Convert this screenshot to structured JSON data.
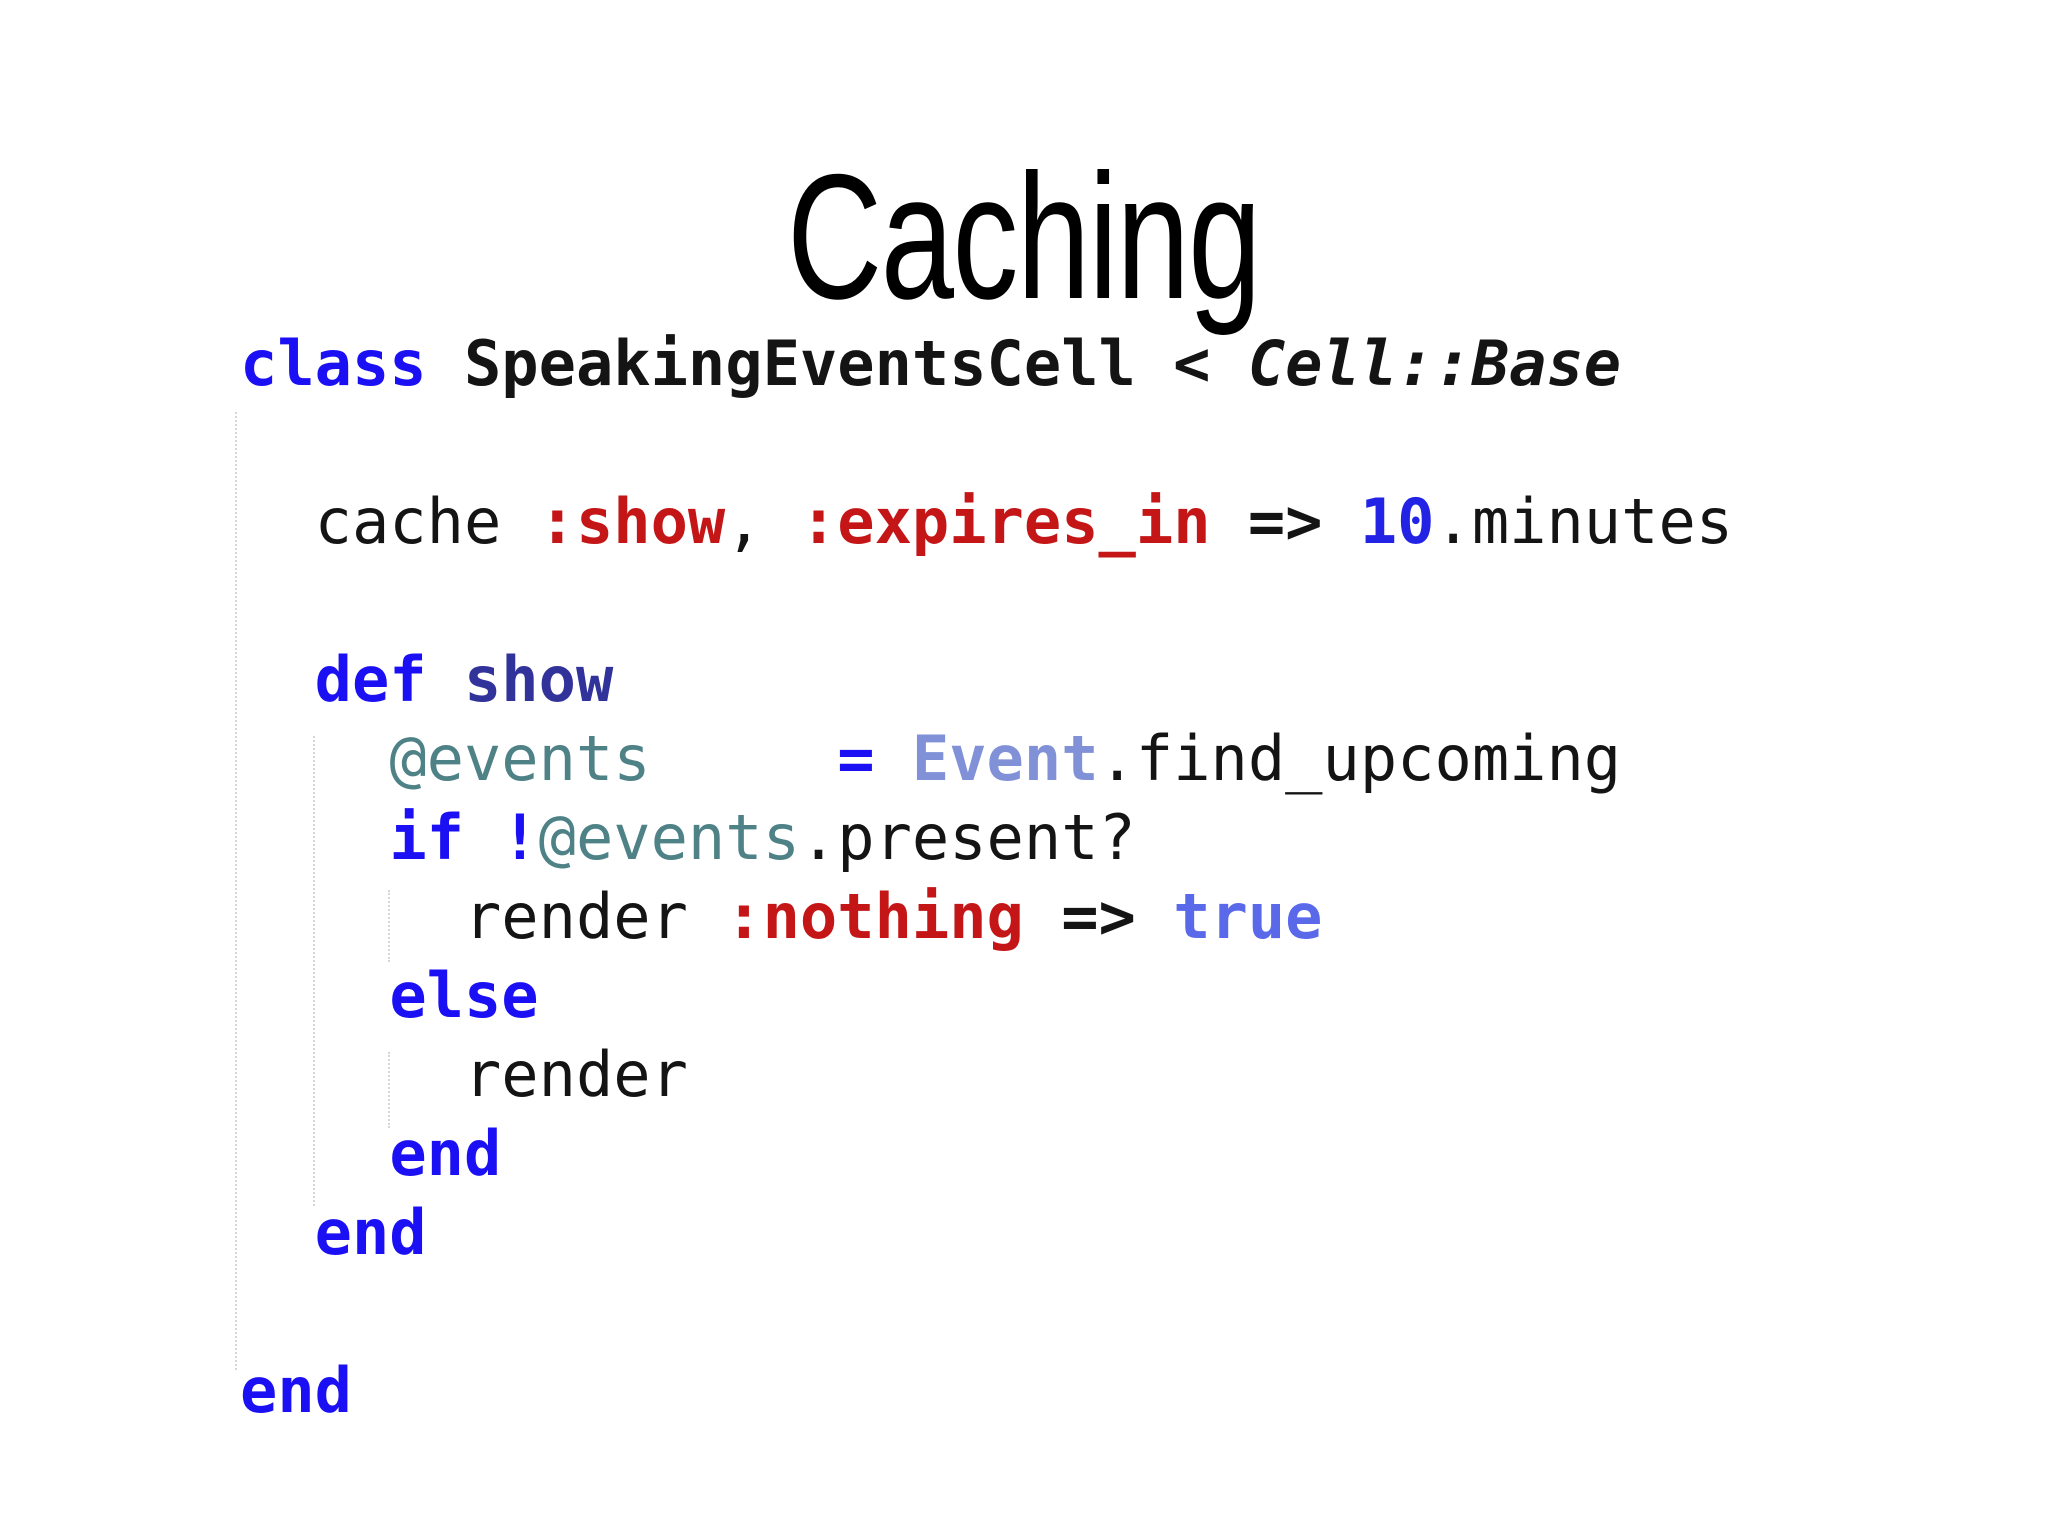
{
  "slide": {
    "title": "Caching",
    "background_color": "#ffffff",
    "title_color": "#000000"
  },
  "code": {
    "language": "ruby",
    "plain_text": "class SpeakingEventsCell < Cell::Base\n\n  cache :show, :expires_in => 10.minutes\n\n  def show\n    @events     = Event.find_upcoming\n    if !@events.present?\n      render :nothing => true\n    else\n      render\n    end\n  end\n\nend",
    "colors": {
      "keyword": "#1b10f3",
      "method": "#32329b",
      "symbol": "#c41616",
      "number": "#2323e6",
      "constant": "#8091d8",
      "boolean": "#5a68ea",
      "ivar": "#4f8287",
      "plain": "#141414"
    },
    "lines": [
      [
        {
          "text": "class",
          "color": "keyword",
          "bold": true
        },
        {
          "text": " SpeakingEventsCell < ",
          "color": "plain",
          "bold": true
        },
        {
          "text": "Cell::Base",
          "color": "plain",
          "bold": true,
          "italic": true
        }
      ],
      [],
      [
        {
          "text": "  cache ",
          "color": "plain"
        },
        {
          "text": ":show",
          "color": "symbol",
          "bold": true
        },
        {
          "text": ", ",
          "color": "plain"
        },
        {
          "text": ":expires_in",
          "color": "symbol",
          "bold": true
        },
        {
          "text": " ",
          "color": "plain"
        },
        {
          "text": "=>",
          "color": "plain",
          "bold": true
        },
        {
          "text": " ",
          "color": "plain"
        },
        {
          "text": "10",
          "color": "number",
          "bold": true
        },
        {
          "text": ".minutes",
          "color": "plain"
        }
      ],
      [],
      [
        {
          "text": "  def",
          "color": "keyword",
          "bold": true
        },
        {
          "text": " show",
          "color": "method",
          "bold": true
        }
      ],
      [
        {
          "text": "    ",
          "color": "plain"
        },
        {
          "text": "@events",
          "color": "ivar"
        },
        {
          "text": "     ",
          "color": "plain"
        },
        {
          "text": "=",
          "color": "keyword",
          "bold": true
        },
        {
          "text": " ",
          "color": "plain"
        },
        {
          "text": "Event",
          "color": "constant",
          "bold": true
        },
        {
          "text": ".find_upcoming",
          "color": "plain"
        }
      ],
      [
        {
          "text": "    ",
          "color": "plain"
        },
        {
          "text": "if",
          "color": "keyword",
          "bold": true
        },
        {
          "text": " ",
          "color": "plain"
        },
        {
          "text": "!",
          "color": "keyword",
          "bold": true
        },
        {
          "text": "@events",
          "color": "ivar"
        },
        {
          "text": ".present?",
          "color": "plain"
        }
      ],
      [
        {
          "text": "      render ",
          "color": "plain"
        },
        {
          "text": ":nothing",
          "color": "symbol",
          "bold": true
        },
        {
          "text": " ",
          "color": "plain"
        },
        {
          "text": "=>",
          "color": "plain",
          "bold": true
        },
        {
          "text": " ",
          "color": "plain"
        },
        {
          "text": "true",
          "color": "boolean",
          "bold": true
        }
      ],
      [
        {
          "text": "    ",
          "color": "plain"
        },
        {
          "text": "else",
          "color": "keyword",
          "bold": true
        }
      ],
      [
        {
          "text": "      render",
          "color": "plain"
        }
      ],
      [
        {
          "text": "    ",
          "color": "plain"
        },
        {
          "text": "end",
          "color": "keyword",
          "bold": true
        }
      ],
      [
        {
          "text": "  ",
          "color": "plain"
        },
        {
          "text": "end",
          "color": "keyword",
          "bold": true
        }
      ],
      [],
      [
        {
          "text": "end",
          "color": "keyword",
          "bold": true
        }
      ]
    ]
  }
}
